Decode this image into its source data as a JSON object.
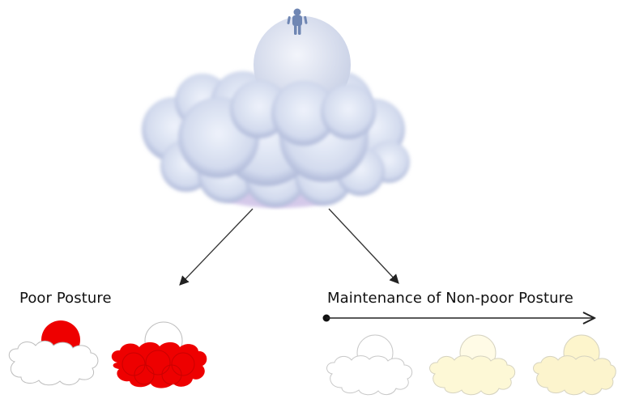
{
  "labels": {
    "poor_posture": "Poor Posture",
    "maintenance": "Maintenance of Non-poor Posture"
  },
  "colors": {
    "main_cloud": "#dde4f3",
    "main_cloud_shadow": "#8d9ac4",
    "figure": "#6f86b3",
    "poor_red": "#ee0000",
    "cream_light": "#fffbe6",
    "cream": "#fdf7d0",
    "outline": "#c8c8c8",
    "arrow": "#222222"
  },
  "icons": {
    "main_cloud": "cloud-with-sphere-and-person",
    "poor_head_red": "cloud-with-red-head",
    "poor_body_red": "red-cloud-with-white-head",
    "maint_white": "white-cloud-with-head",
    "maint_cream_1": "cream-cloud-with-head",
    "maint_cream_2": "cream-cloud-with-head"
  }
}
